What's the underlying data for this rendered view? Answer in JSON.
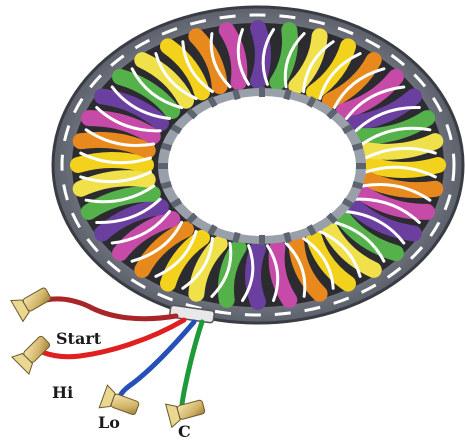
{
  "leads": {
    "start": {
      "label": "Start",
      "wire_color": "#a8262a"
    },
    "hi": {
      "label": "Hi",
      "wire_color": "#e02020"
    },
    "lo": {
      "label": "Lo",
      "wire_color": "#2450b8"
    },
    "c": {
      "label": "C",
      "wire_color": "#1f9a3a"
    }
  },
  "coil_colors": [
    "#f2d21c",
    "#e8891e",
    "#c64aa8",
    "#6a3fa0",
    "#55b24a",
    "#f0e04a"
  ]
}
